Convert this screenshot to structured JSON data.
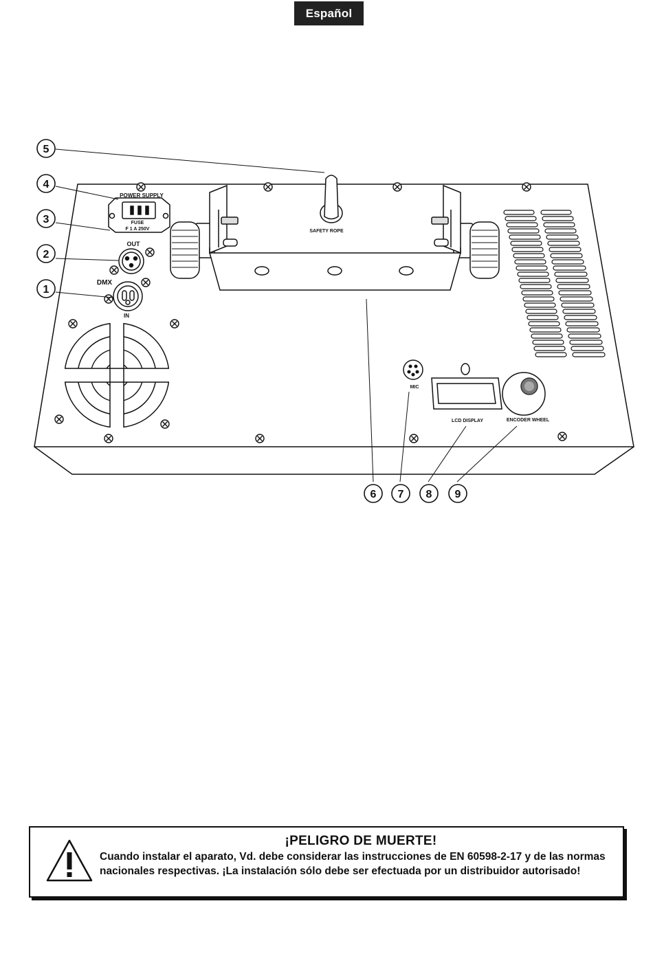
{
  "header": {
    "language_tab": "Español"
  },
  "figure": {
    "labels": {
      "power_supply": "POWER SUPPLY",
      "fuse": "FUSE",
      "fuse_rating": "F 1 A 250V",
      "out": "OUT",
      "dmx": "DMX",
      "in": "IN",
      "safety_rope": "SAFETY ROPE",
      "mic": "MIC",
      "lcd_display": "LCD DISPLAY",
      "encoder_wheel": "ENCODER WHEEL"
    },
    "callouts": [
      "1",
      "2",
      "3",
      "4",
      "5",
      "6",
      "7",
      "8",
      "9"
    ]
  },
  "warning": {
    "icon": "exclamation-triangle-icon",
    "title": "¡PELIGRO DE MUERTE!",
    "body": "Cuando instalar el aparato, Vd. debe considerar las instrucciones de EN 60598-2-17 y de las  normas nacionales respectivas. ¡La instalación sólo debe ser efectuada por un distribuidor autorisado!"
  }
}
